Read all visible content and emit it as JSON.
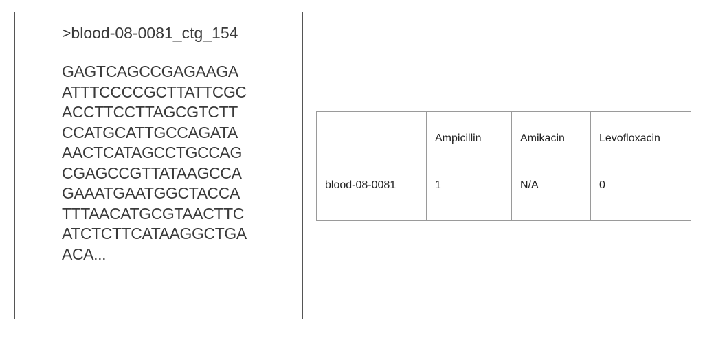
{
  "sequence": {
    "header": ">blood-08-0081_ctg_154",
    "lines": [
      "GAGTCAGCCGAGAAGA",
      "ATTTCCCCGCTTATTCGC",
      "ACCTTCCTTAGCGTCTT",
      "CCATGCATTGCCAGATA",
      "AACTCATAGCCTGCCAG",
      "CGAGCCGTTATAAGCCA",
      "GAAATGAATGGCTACCA",
      "TTTAACATGCGTAACTTC",
      "ATCTCTTCATAAGGCTGA",
      "ACA..."
    ]
  },
  "table": {
    "columns": [
      "",
      "Ampicillin",
      "Amikacin",
      "Levofloxacin"
    ],
    "rows": [
      [
        "blood-08-0081",
        "1",
        "N/A",
        "0"
      ]
    ]
  }
}
